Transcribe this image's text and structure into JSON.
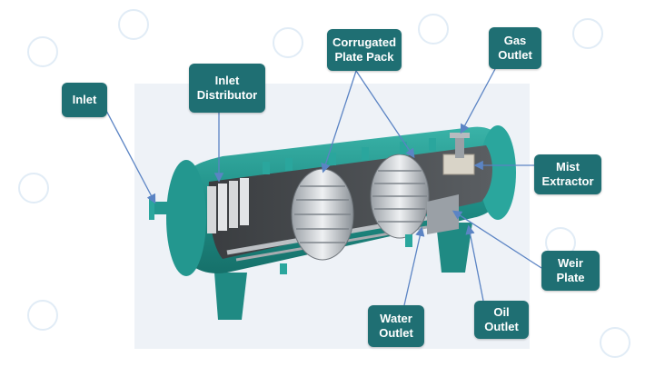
{
  "labels": [
    {
      "id": "inlet",
      "line1": "Inlet",
      "line2": ""
    },
    {
      "id": "inlet-distributor",
      "line1": "Inlet",
      "line2": "Distributor"
    },
    {
      "id": "corrugated-plate-pack",
      "line1": "Corrugated",
      "line2": "Plate Pack"
    },
    {
      "id": "gas-outlet",
      "line1": "Gas",
      "line2": "Outlet"
    },
    {
      "id": "mist-extractor",
      "line1": "Mist",
      "line2": "Extractor"
    },
    {
      "id": "weir-plate",
      "line1": "Weir",
      "line2": "Plate"
    },
    {
      "id": "oil-outlet",
      "line1": "Oil",
      "line2": "Outlet"
    },
    {
      "id": "water-outlet",
      "line1": "Water",
      "line2": "Outlet"
    }
  ],
  "colors": {
    "label_bg": "#1f6f73",
    "label_text": "#ffffff",
    "arrow": "#5b84c4",
    "vessel": "#2a9a92",
    "backdrop": "#eef2f7"
  }
}
